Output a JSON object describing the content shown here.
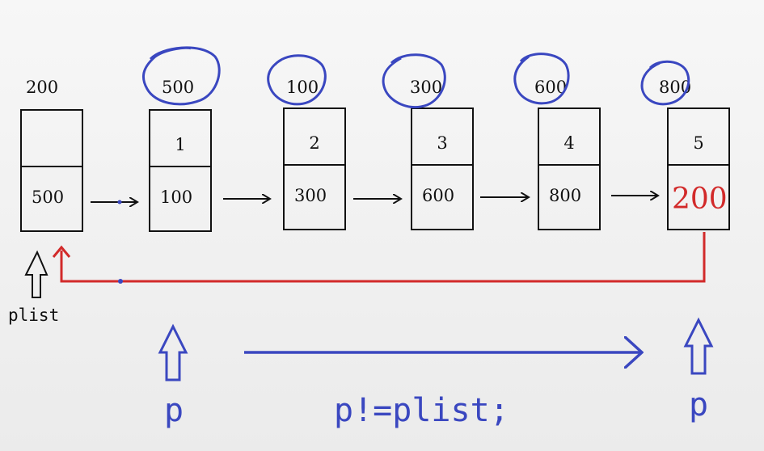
{
  "nodes": [
    {
      "address": "200",
      "data": "",
      "next": "500"
    },
    {
      "address": "500",
      "data": "1",
      "next": "100"
    },
    {
      "address": "100",
      "data": "2",
      "next": "300"
    },
    {
      "address": "300",
      "data": "3",
      "next": "600"
    },
    {
      "address": "600",
      "data": "4",
      "next": "800"
    },
    {
      "address": "800",
      "data": "5",
      "next": "200"
    }
  ],
  "labels": {
    "head_pointer": "plist",
    "pointer_start": "p",
    "pointer_end": "p",
    "condition": "p!=plist;"
  },
  "colors": {
    "ink": "#111111",
    "highlight_red": "#d22a2a",
    "annotation_blue": "#3a47c0"
  }
}
